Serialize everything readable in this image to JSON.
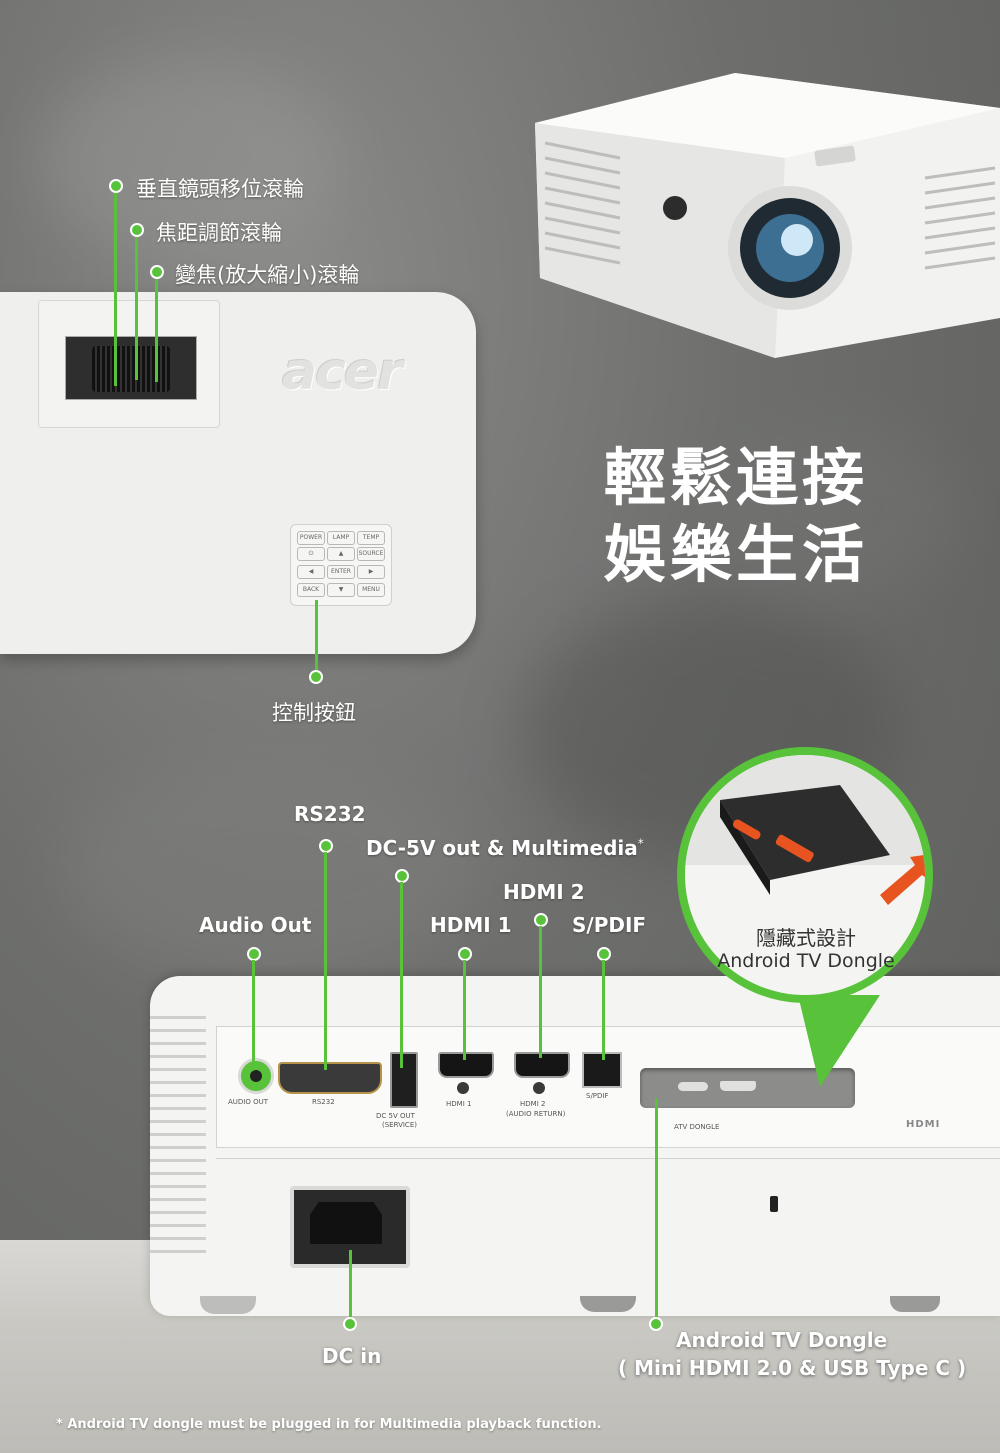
{
  "headline": {
    "line1": "輕鬆連接",
    "line2": "娛樂生活"
  },
  "callouts_top": {
    "lens_shift": "垂直鏡頭移位滾輪",
    "focus": "焦距調節滾輪",
    "zoom": "變焦(放大縮小)滾輪",
    "control": "控制按鈕"
  },
  "callouts_ports": {
    "rs232": "RS232",
    "dc5v": "DC-5V out & Multimedia",
    "dc5v_mark": "*",
    "hdmi2": "HDMI 2",
    "audio_out": "Audio Out",
    "hdmi1": "HDMI 1",
    "spdif": "S/PDIF",
    "dc_in": "DC in",
    "dongle_line1": "Android TV Dongle",
    "dongle_line2": "( Mini HDMI 2.0 & USB Type C )"
  },
  "bubble": {
    "line1": "隱藏式設計",
    "line2": "Android TV Dongle"
  },
  "projector": {
    "brand": "acer",
    "control_buttons": [
      "POWER",
      "LAMP",
      "TEMP",
      "⏻",
      "▲",
      "SOURCE",
      "◀",
      "ENTER",
      "▶",
      "BACK",
      "▼",
      "MENU"
    ],
    "port_labels": {
      "audio_out": "AUDIO OUT",
      "rs232": "RS232",
      "dc_out_1": "DC 5V OUT",
      "dc_out_2": "(SERVICE)",
      "hdmi1": "HDMI 1",
      "hdmi2": "HDMI 2",
      "audio_return": "(AUDIO RETURN)",
      "spdif": "S/PDIF",
      "atv_dongle": "ATV DONGLE",
      "hdmi_logo": "HDMI"
    }
  },
  "footnote": "* Android TV dongle must be plugged in for Multimedia playback function.",
  "colors": {
    "accent": "#57c23a",
    "text": "#ffffff",
    "port_orange": "#e8541f"
  }
}
